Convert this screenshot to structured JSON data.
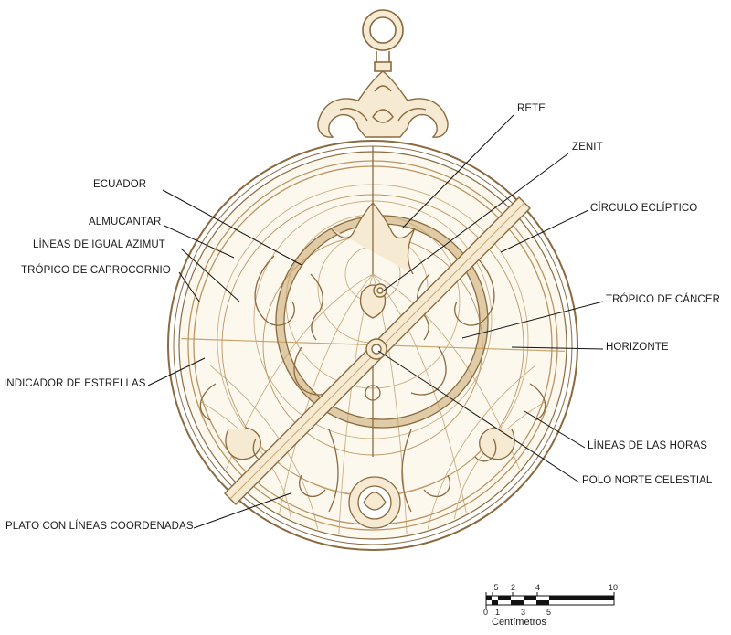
{
  "labels": {
    "rete": "RETE",
    "zenit": "ZENIT",
    "ecuador": "ECUADOR",
    "circulo_ecliptico": "CÍRCULO ECLÍPTICO",
    "almucantar": "ALMUCANTAR",
    "lineas_igual_azimut": "LÍNEAS DE IGUAL AZIMUT",
    "tropico_capricornio": "TRÓPICO DE CAPROCORNIO",
    "tropico_cancer": "TRÓPICO DE CÁNCER",
    "horizonte": "HORIZONTE",
    "indicador_estrellas": "INDICADOR DE ESTRELLAS",
    "lineas_horas": "LÍNEAS DE LAS HORAS",
    "polo_norte": "POLO NORTE CELESTIAL",
    "plato": "PLATO CON LÍNEAS COORDENADAS"
  },
  "scale": {
    "top_ticks": [
      ".5",
      "2",
      "4",
      "10"
    ],
    "bottom_ticks": [
      "0",
      "1",
      "3",
      "5"
    ],
    "unit": "Centímetros"
  },
  "colors": {
    "ink": "#8a6a3e",
    "fill": "#f6ead2",
    "leader": "#111111"
  }
}
